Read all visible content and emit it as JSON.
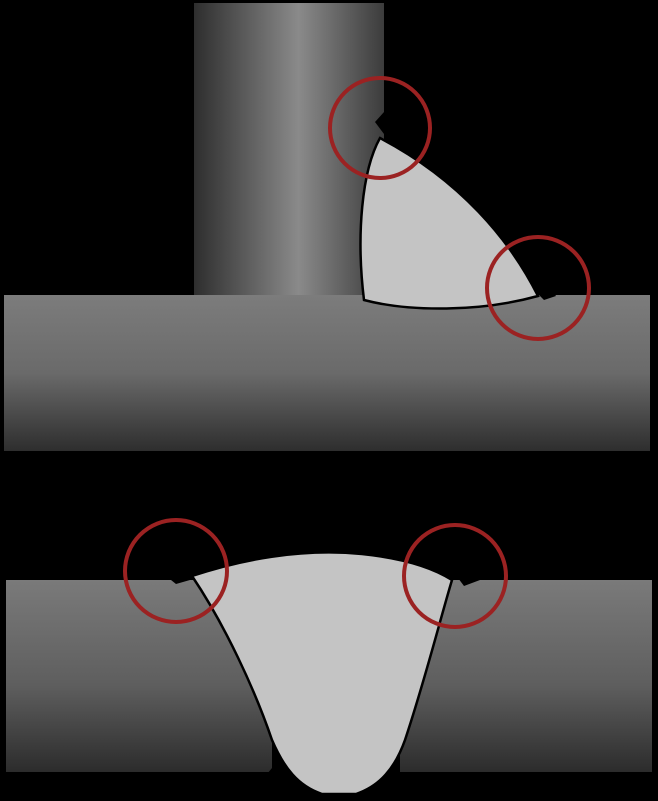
{
  "diagram": {
    "panels": [
      {
        "name": "fillet-weld-t-joint",
        "defect": "undercut",
        "highlight_count": 2
      },
      {
        "name": "groove-weld-butt-joint",
        "defect": "undercut",
        "highlight_count": 2
      }
    ],
    "colors": {
      "background": "#000000",
      "weld_metal": "#c4c4c4",
      "highlight_circle": "#9b2222",
      "base_metal_light": "#8a8a8a",
      "base_metal_dark": "#3a3a3a"
    }
  }
}
